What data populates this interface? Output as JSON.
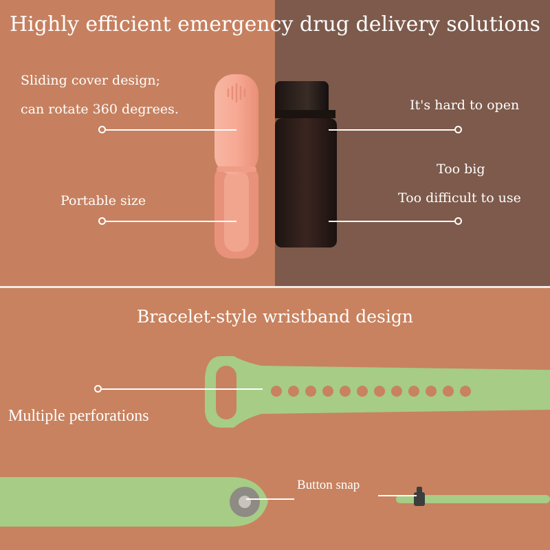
{
  "headline": "Highly efficient emergency drug delivery solutions",
  "subheadline": "Bracelet-style wristband design",
  "callouts": {
    "sliding_cover_line1": "Sliding cover design;",
    "sliding_cover_line2": "can rotate 360 degrees.",
    "portable_size": "Portable size",
    "hard_to_open": "It's hard to open",
    "too_big": "Too big",
    "too_difficult": "Too difficult to use",
    "multiple_perforations": "Multiple perforations",
    "button_snap": "Button snap"
  },
  "colors": {
    "left_panel": "#c6805f",
    "right_panel": "#7d5a4b",
    "bottom_panel": "#c8825f",
    "pill_case": "#f3a08a",
    "jar": "#2a1d18",
    "wristband": "#a7cd87",
    "text": "#ffffff"
  },
  "icons": {
    "pill_case": "pill-case-icon",
    "jar": "medicine-jar-icon",
    "band_top": "wristband-strap-icon",
    "band_bottom": "wristband-button-strap-icon",
    "snap_side": "button-snap-side-icon"
  }
}
